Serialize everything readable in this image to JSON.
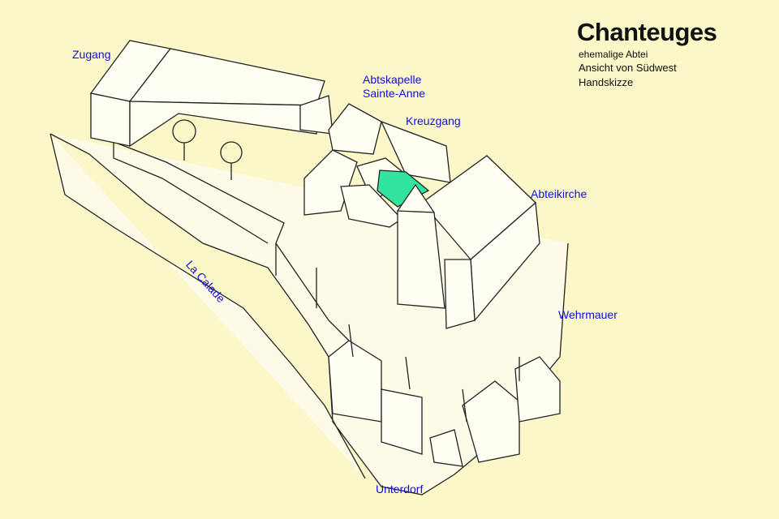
{
  "title": "Chanteuges",
  "subtitle": "ehemalige Abtei",
  "view": "Ansicht von Südwest",
  "type": "Handskizze",
  "labels": {
    "zugang": "Zugang",
    "kapelle": "Abtskapelle\nSainte-Anne",
    "kapelle1": "Abtskapelle",
    "kapelle2": "Sainte-Anne",
    "kreuzgang": "Kreuzgang",
    "abteikirche": "Abteikirche",
    "calade": "La Calade",
    "wehrmauer": "Wehrmauer",
    "unterdorf": "Unterdorf"
  },
  "colors": {
    "background": "#fbf7c9",
    "label": "#1010e0",
    "cloister": "#33e3a0",
    "ink": "#222222"
  }
}
